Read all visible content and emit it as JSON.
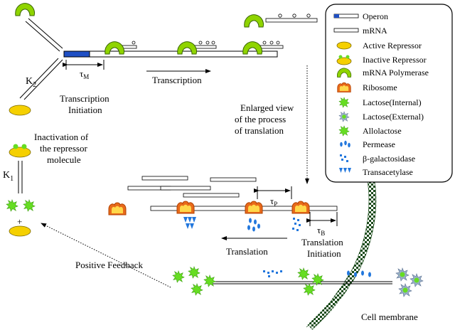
{
  "labels": {
    "k2": "K",
    "k2_sub": "2",
    "k1": "K",
    "k1_sub": "1",
    "tau_m": "τ",
    "tau_m_sub": "M",
    "tau_p": "τ",
    "tau_p_sub": "P",
    "tau_b": "τ",
    "tau_b_sub": "B",
    "transcription": "Transcription",
    "transcription_initiation_1": "Transcription",
    "transcription_initiation_2": "Initiation",
    "enlarged_1": "Enlarged view",
    "enlarged_2": "of the process",
    "enlarged_3": "of translation",
    "inactivation_1": "Inactivation of",
    "inactivation_2": "the repressor",
    "inactivation_3": "molecule",
    "plus": "+",
    "translation": "Translation",
    "translation_initiation_1": "Translation",
    "translation_initiation_2": "Initiation",
    "positive_feedback": "Positive Feedback",
    "cell_membrane": "Cell membrane"
  },
  "legend": {
    "items": [
      {
        "label": "Operon",
        "icon": "operon-icon"
      },
      {
        "label": "mRNA",
        "icon": "mrna-icon"
      },
      {
        "label": "Active Repressor",
        "icon": "active-repressor-icon"
      },
      {
        "label": "Inactive Repressor",
        "icon": "inactive-repressor-icon"
      },
      {
        "label": "mRNA Polymerase",
        "icon": "polymerase-icon"
      },
      {
        "label": "Ribosome",
        "icon": "ribosome-icon"
      },
      {
        "label": "Lactose(Internal)",
        "icon": "lactose-internal-icon"
      },
      {
        "label": "Lactose(External)",
        "icon": "lactose-external-icon"
      },
      {
        "label": "Allolactose",
        "icon": "allolactose-icon"
      },
      {
        "label": "Permease",
        "icon": "permease-icon"
      },
      {
        "label": "β-galactosidase",
        "icon": "galactosidase-icon"
      },
      {
        "label": "Transacetylase",
        "icon": "transacetylase-icon"
      }
    ]
  },
  "colors": {
    "operon": "#1f4fc4",
    "repressor": "#f5d000",
    "polymerase": "#8fd400",
    "ribosome_outer": "#e86a1a",
    "ribosome_inner": "#ffd84a",
    "lactose_internal": "#6bdc2a",
    "lactose_external": "#9ab0c8",
    "allolactose": "#66dd22",
    "protein_blue": "#2277dd",
    "membrane_dark": "#1a4a1a"
  }
}
